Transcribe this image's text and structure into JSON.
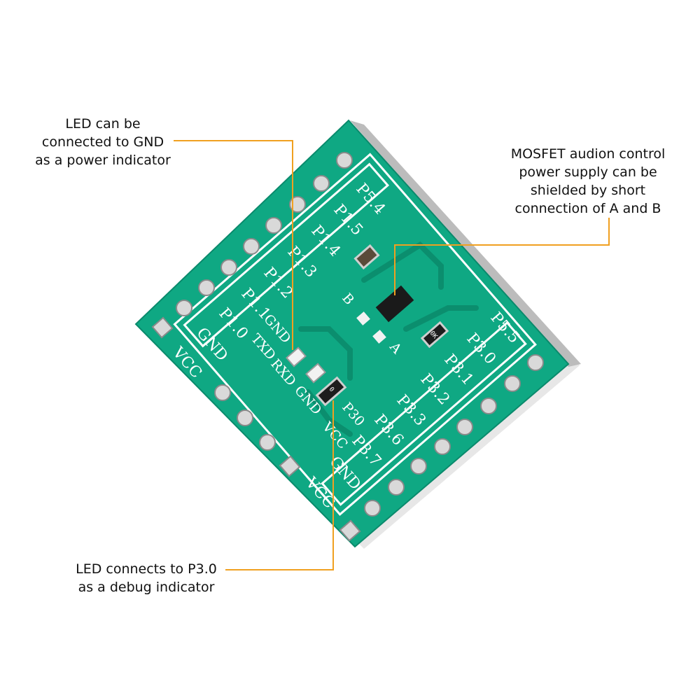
{
  "callouts": {
    "power_led": [
      "LED can be",
      "connected to GND",
      "as a power indicator"
    ],
    "mosfet": [
      "MOSFET audion control",
      "power supply can be",
      "shielded by short",
      "connection of A and B"
    ],
    "debug_led": [
      "LED connects to P3.0",
      "as a debug indicator"
    ]
  },
  "board": {
    "top_header_labels": [
      "P5.4",
      "P1.5",
      "P1.4",
      "P1.3",
      "P1.2",
      "P1.1",
      "P1.0",
      "GND",
      "VCC"
    ],
    "bottom_header_labels": [
      "P5.5",
      "P3.0",
      "P3.1",
      "P3.2",
      "P3.3",
      "P3.6",
      "P3.7",
      "GND",
      "VCC"
    ],
    "left_header_labels": [
      "GND",
      "TXD",
      "RXD",
      "GND"
    ],
    "center_labels": [
      "P30",
      "VCC"
    ],
    "jumper_labels": [
      "B",
      "A"
    ],
    "resistor_marks": [
      "0",
      "0K"
    ]
  },
  "colors": {
    "pcb": "#0fa883",
    "pcb_trace": "#0b8e6e",
    "silkscreen": "#ffffff",
    "callout_line": "#f0a020",
    "pad": "#d9d9d9"
  }
}
